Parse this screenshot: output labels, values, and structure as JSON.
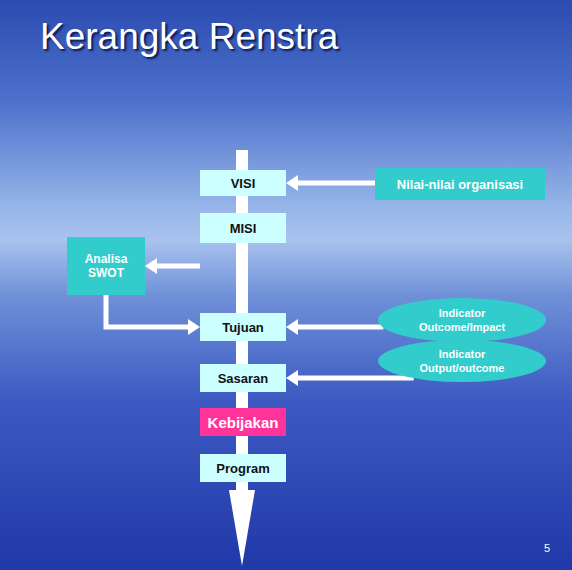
{
  "diagram": {
    "title": "Kerangka Renstra",
    "nodes": [
      {
        "text": [
          "VISI"
        ]
      },
      {
        "text": [
          "Nilai-nilai organisasi"
        ]
      },
      {
        "text": [
          "MISI"
        ]
      },
      {
        "text": [
          "Analisa SWOT"
        ]
      },
      {
        "text": [
          "Tujuan"
        ]
      },
      {
        "text": [
          "Indicator Outcome/Impact"
        ]
      },
      {
        "text": [
          "Sasaran"
        ]
      },
      {
        "text": [
          "Indicator Output/outcome"
        ]
      },
      {
        "text": [
          "Kebijakan"
        ]
      },
      {
        "text": [
          "Program"
        ]
      }
    ],
    "edges": [
      {
        "from": 1,
        "to": 0,
        "arrow": "to"
      },
      {
        "from": 2,
        "to": 3,
        "arrow": "to"
      },
      {
        "from": 3,
        "to": 4,
        "arrow": "to"
      },
      {
        "from": 5,
        "to": 4,
        "arrow": "to"
      },
      {
        "from": 7,
        "to": 6,
        "arrow": "to"
      }
    ],
    "labels": [
      "5"
    ]
  }
}
